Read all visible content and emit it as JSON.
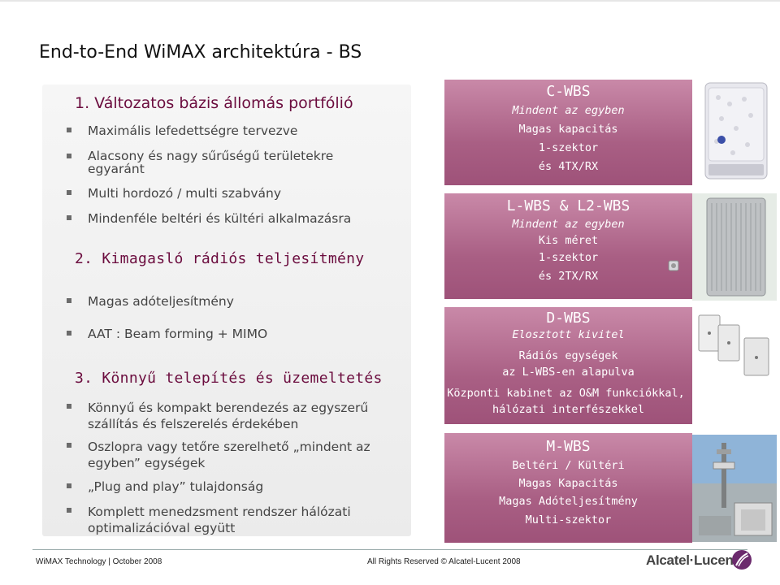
{
  "title": "End-to-End WiMAX architektúra - BS",
  "left": {
    "section1_heading": "1. Változatos bázis állomás portfólió",
    "section1_bullets": [
      "Maximális lefedettségre tervezve",
      "Alacsony és nagy sűrűségű területekre egyaránt",
      "Multi hordozó / multi szabvány",
      "Mindenféle beltéri és kültéri alkalmazásra"
    ],
    "section2_heading": "2. Kimagasló rádiós teljesítmény",
    "section2_bullets": [
      "Magas adóteljesítmény",
      "AAT : Beam forming + MIMO"
    ],
    "section3_heading": "3. Könnyű telepítés és üzemeltetés",
    "section3_bullets": [
      "Könnyű és kompakt berendezés az egyszerű szállítás és felszerelés érdekében",
      "Oszlopra vagy tetőre szerelhető „mindent az egyben” egységek",
      "„Plug and play” tulajdonság",
      "Komplett menedzsment rendszer hálózati optimalizációval együtt"
    ]
  },
  "boxes": {
    "cwbs": {
      "title": "C-WBS",
      "lines": [
        "Mindent az egyben",
        "Magas kapacitás",
        "1-szektor",
        "és 4TX/RX"
      ]
    },
    "lwbs": {
      "title": "L-WBS & L2-WBS",
      "lines": [
        "Mindent az egyben",
        "Kis méret",
        "1-szektor",
        "és 2TX/RX"
      ]
    },
    "dwbs": {
      "title": "D-WBS",
      "lines": [
        "Elosztott kivitel",
        "Rádiós egységek",
        "az L-WBS-en alapulva",
        "Központi kabinet az  O&M funkciókkal,",
        "hálózati interfészekkel"
      ]
    },
    "mwbs": {
      "title": "M-WBS",
      "lines": [
        "Beltéri / Kültéri",
        "Magas Kapacitás",
        "Magas Adóteljesítmény",
        "Multi-szektor"
      ]
    }
  },
  "footer": {
    "left": "WiMAX Technology | October 2008",
    "middle": "All Rights Reserved © Alcatel-Lucent 2008",
    "brand": "Alcatel·Lucent"
  }
}
